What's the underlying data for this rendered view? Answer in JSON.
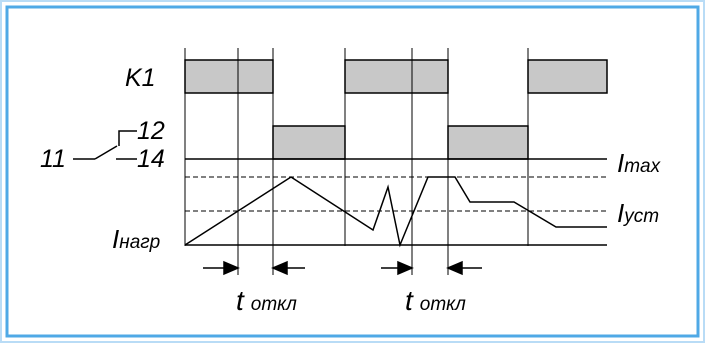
{
  "colors": {
    "frame": "#4fa9e6",
    "frame_outer": "#b9dcf6",
    "pulse_fill": "#c8c8c8",
    "stroke": "#000000"
  },
  "labels": {
    "k1": "K1",
    "contact_common": "11",
    "contact_nc": "12",
    "contact_no": "14",
    "i_load_main": "I",
    "i_load_sub": "нагр",
    "i_max_main": "I",
    "i_max_sub": "max",
    "i_set_main": "I",
    "i_set_sub": "уст",
    "t_off_1_main": "t",
    "t_off_1_sub": "откл",
    "t_off_2_main": "t",
    "t_off_2_sub": "откл"
  }
}
